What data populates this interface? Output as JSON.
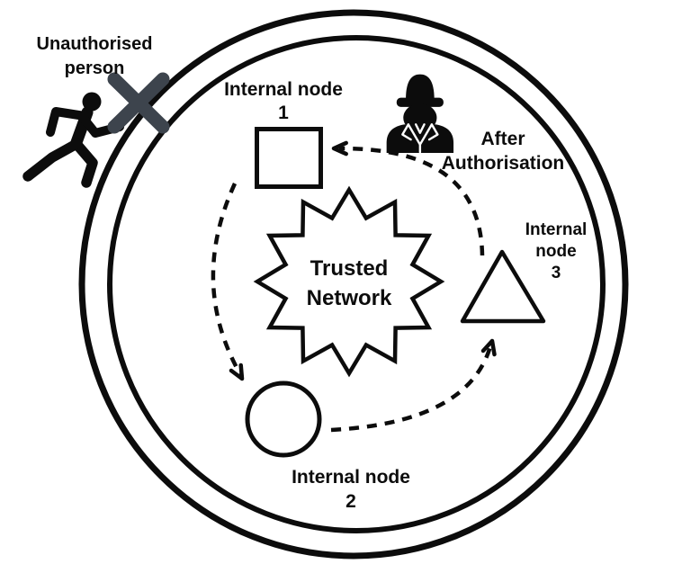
{
  "colors": {
    "ink": "#0c0c0c",
    "cross": "#3d444d",
    "background": "#ffffff"
  },
  "center": {
    "title": "Trusted Network",
    "shape": "starburst"
  },
  "boundary": {
    "rings": 2,
    "description": "concentric network perimeter circles"
  },
  "nodes": [
    {
      "label": "Internal node",
      "number": "1",
      "shape": "square"
    },
    {
      "label": "Internal node",
      "number": "2",
      "shape": "circle"
    },
    {
      "label": "Internal node",
      "number": "3",
      "shape": "triangle"
    }
  ],
  "annotations": {
    "unauthorised": "Unauthorised person",
    "after_auth": "After Authorisation"
  },
  "icons": {
    "running_person": "running-person-icon",
    "cross": "cross-icon",
    "spy": "spy-icon"
  },
  "flow": [
    {
      "from": "internal-node-3",
      "to": "internal-node-1",
      "style": "dashed-arrow"
    },
    {
      "from": "internal-node-1",
      "to": "internal-node-2",
      "style": "dashed-arrow"
    },
    {
      "from": "internal-node-2",
      "to": "internal-node-3",
      "style": "dashed-arrow"
    }
  ]
}
